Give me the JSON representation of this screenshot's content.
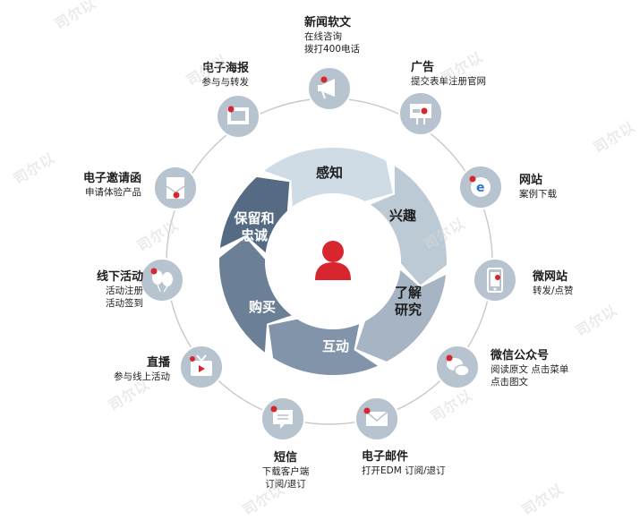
{
  "center": {
    "icon": "person-icon"
  },
  "stages": {
    "awareness": "感知",
    "interest": "兴趣",
    "research": [
      "了解",
      "研究"
    ],
    "interaction": "互动",
    "purchase": "购买",
    "loyalty": [
      "保留和",
      "忠诚"
    ]
  },
  "channels": [
    {
      "key": "news",
      "icon": "megaphone-icon",
      "title": "新闻软文",
      "lines": [
        "在线咨询",
        "拨打400电话"
      ]
    },
    {
      "key": "ads",
      "icon": "billboard-icon",
      "title": "广告",
      "lines": [
        "提交表单注册官网"
      ]
    },
    {
      "key": "website",
      "icon": "browser-icon",
      "title": "网站",
      "lines": [
        "案例下载"
      ]
    },
    {
      "key": "microsite",
      "icon": "phone-icon",
      "title": "微网站",
      "lines": [
        "转发/点赞"
      ]
    },
    {
      "key": "wechat",
      "icon": "wechat-icon",
      "title": "微信公众号",
      "lines": [
        "阅读原文  点击菜单",
        "点击图文"
      ]
    },
    {
      "key": "email",
      "icon": "envelope-icon",
      "title": "电子邮件",
      "lines": [
        "打开EDM  订阅/退订"
      ]
    },
    {
      "key": "sms",
      "icon": "message-icon",
      "title": "短信",
      "lines": [
        "下载客户端",
        "订阅/退订"
      ]
    },
    {
      "key": "live",
      "icon": "tv-icon",
      "title": "直播",
      "lines": [
        "参与线上活动"
      ]
    },
    {
      "key": "offline",
      "icon": "balloons-icon",
      "title": "线下活动",
      "lines": [
        "活动注册",
        "活动签到"
      ]
    },
    {
      "key": "invite",
      "icon": "invitation-icon",
      "title": "电子邀请函",
      "lines": [
        "申请体验产品"
      ]
    },
    {
      "key": "poster",
      "icon": "poster-icon",
      "title": "电子海报",
      "lines": [
        "参与与转发"
      ]
    }
  ],
  "colors": {
    "node": "#b7c3cf",
    "nodeIcon": "#ffffff",
    "accent": "#d8262f",
    "ring": "#c8c8c8",
    "awareness": "#cfdbe5",
    "interest": "#bccad6",
    "research": "#a6b4c3",
    "interaction": "#8294a9",
    "purchase": "#6b7f96",
    "loyalty": "#546b83"
  },
  "watermark": "司尔以"
}
